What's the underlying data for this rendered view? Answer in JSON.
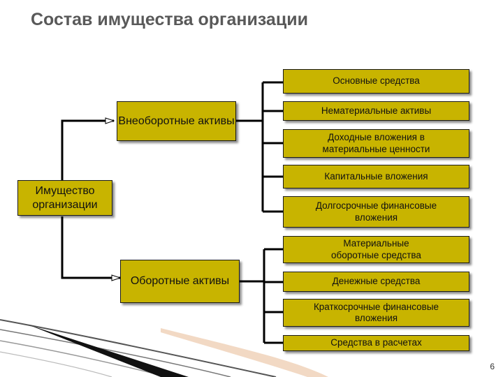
{
  "title": "Состав имущества организации",
  "root": {
    "label": "Имущество организации"
  },
  "groups": [
    {
      "label": "Внеоборотные активы",
      "items": [
        "Основные средства",
        "Нематериальные активы",
        "Доходные вложения в материальные ценности",
        "Капитальные вложения",
        "Долгосрочные финансовые вложения"
      ]
    },
    {
      "label": "Оборотные активы",
      "items": [
        "Материальные оборотные средства",
        "Денежные средства",
        "Краткосрочные финансовые вложения",
        "Средства в расчетах"
      ]
    }
  ],
  "page_number": "6",
  "colors": {
    "box_fill": "#c8b400",
    "title": "#595959",
    "line": "#000000"
  }
}
